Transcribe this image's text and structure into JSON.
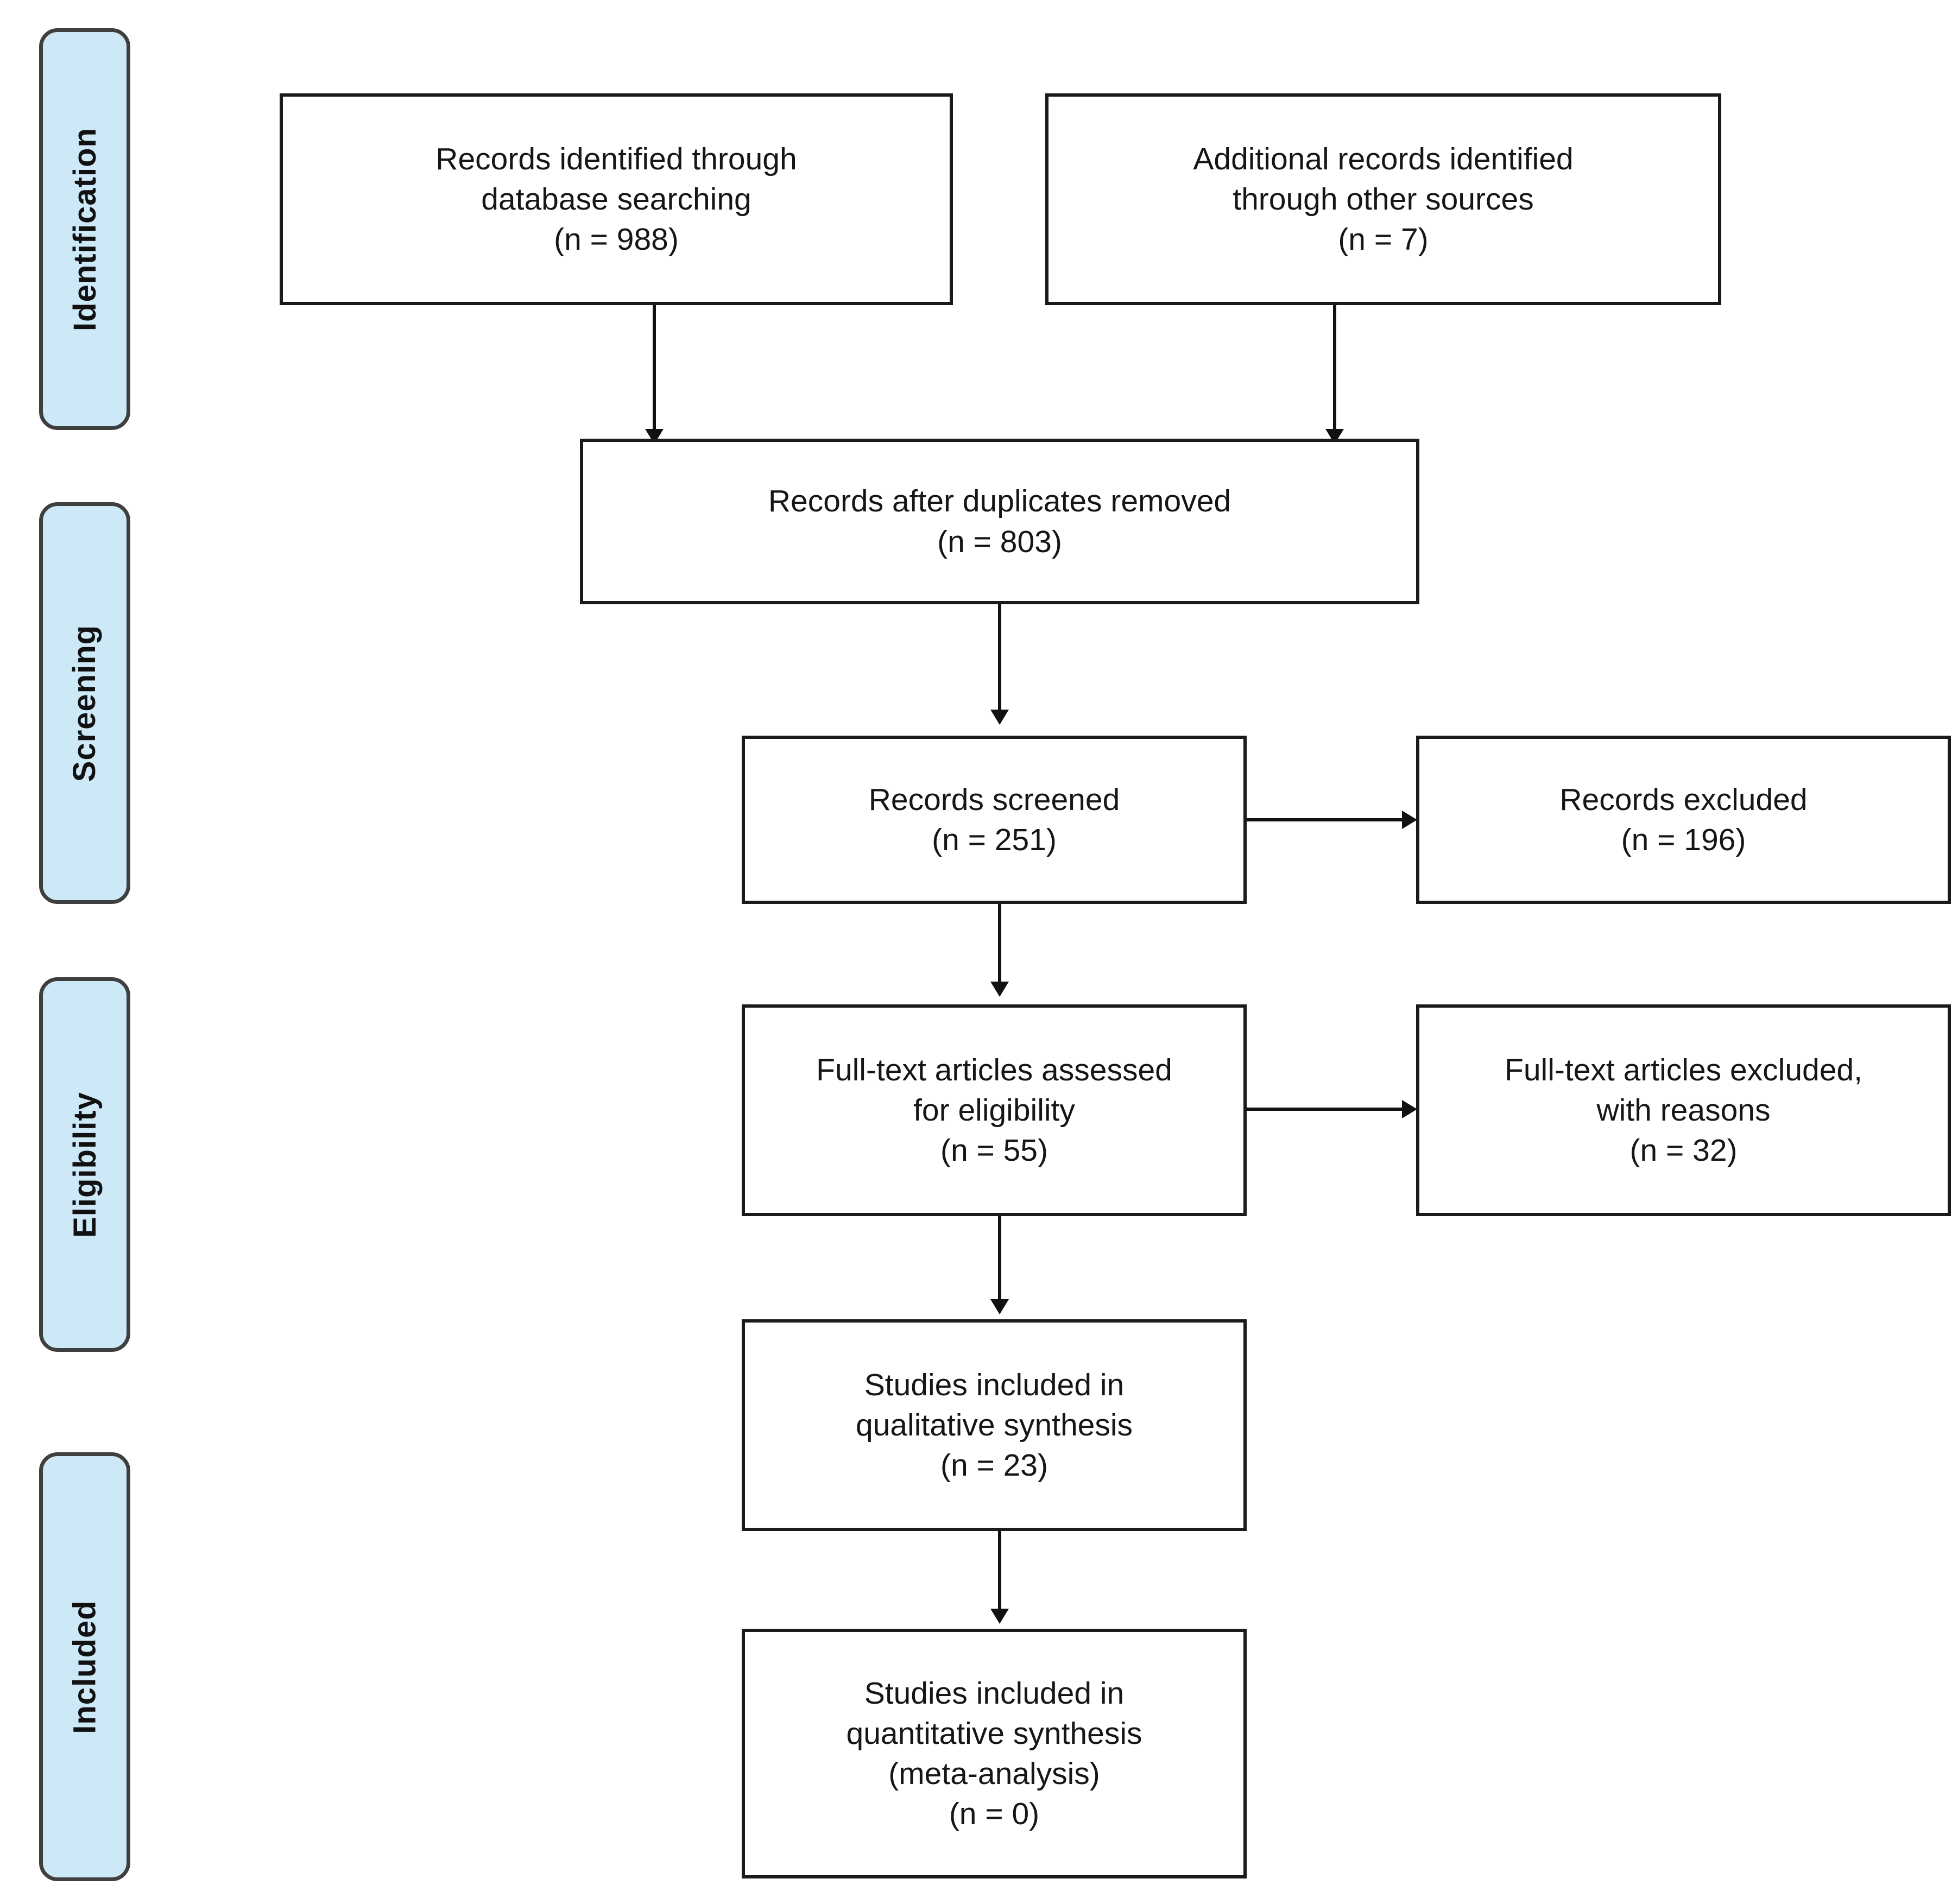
{
  "diagram": {
    "type": "PRISMA flow diagram",
    "stages": [
      {
        "id": "identification",
        "label": "Identification"
      },
      {
        "id": "screening",
        "label": "Screening"
      },
      {
        "id": "eligibility",
        "label": "Eligibility"
      },
      {
        "id": "included",
        "label": "Included"
      }
    ],
    "boxes": [
      {
        "id": "records-database",
        "stage": "identification",
        "text": "Records identified through\ndatabase searching\n(n = 988)",
        "count": 988
      },
      {
        "id": "records-other-sources",
        "stage": "identification",
        "text": "Additional records identified\nthrough other sources\n(n = 7)",
        "count": 7
      },
      {
        "id": "records-duplicates-removed",
        "stage": "screening",
        "text": "Records after duplicates removed\n(n = 803)",
        "count": 803
      },
      {
        "id": "records-screened",
        "stage": "screening",
        "text": "Records screened\n(n = 251)",
        "count": 251
      },
      {
        "id": "records-excluded",
        "stage": "screening",
        "text": "Records excluded\n(n = 196)",
        "count": 196
      },
      {
        "id": "fulltext-assessed",
        "stage": "eligibility",
        "text": "Full-text articles assessed\nfor eligibility\n(n = 55)",
        "count": 55
      },
      {
        "id": "fulltext-excluded",
        "stage": "eligibility",
        "text": "Full-text articles excluded,\nwith reasons\n(n = 32)",
        "count": 32
      },
      {
        "id": "qualitative-synthesis",
        "stage": "included",
        "text": "Studies included in\nqualitative synthesis\n(n = 23)",
        "count": 23
      },
      {
        "id": "quantitative-synthesis",
        "stage": "included",
        "text": "Studies included in\nquantitative synthesis\n(meta-analysis)\n(n = 0)",
        "count": 0
      }
    ],
    "colors": {
      "stage_fill": "#cde9f8",
      "stage_border": "#3f3f3f",
      "box_border": "#1a1a1a",
      "connector": "#111111",
      "background": "#ffffff",
      "text": "#161616"
    }
  }
}
